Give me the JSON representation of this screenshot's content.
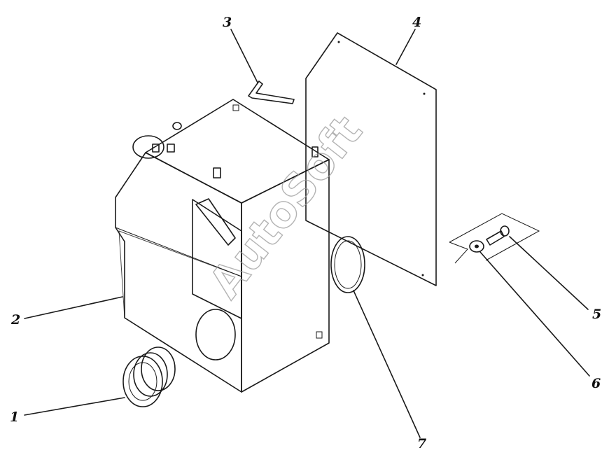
{
  "diagram": {
    "callouts": [
      {
        "id": "1",
        "label": "1"
      },
      {
        "id": "2",
        "label": "2"
      },
      {
        "id": "3",
        "label": "3"
      },
      {
        "id": "4",
        "label": "4"
      },
      {
        "id": "5",
        "label": "5"
      },
      {
        "id": "6",
        "label": "6"
      },
      {
        "id": "7",
        "label": "7"
      }
    ],
    "watermark": "AutoSoft"
  },
  "colors": {
    "ink": "#1a1a1a",
    "background": "#ffffff",
    "watermark": "#9a9a9a"
  }
}
